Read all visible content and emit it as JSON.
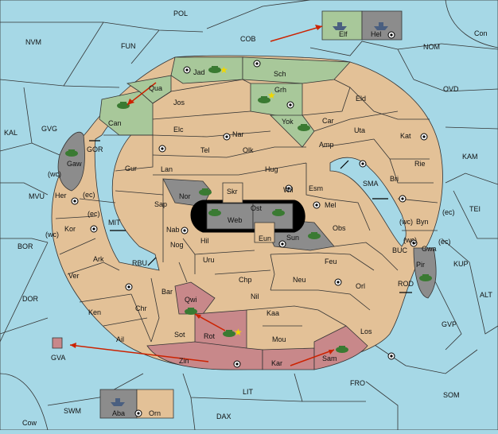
{
  "colors": {
    "sea": "#a6d8e6",
    "land": "#e3c197",
    "green_power": "#a8c89a",
    "gray_power": "#8c8c8c",
    "red_power": "#c8888a",
    "order_arrow": "#cc2200"
  },
  "sea_labels": [
    "POL",
    "NVM",
    "FUN",
    "COB",
    "NOM",
    "Con",
    "OVD",
    "KAL",
    "GVG",
    "KAM",
    "MVU",
    "TEI",
    "BOR",
    "DOR",
    "ALT",
    "KUP",
    "GVP",
    "FRO",
    "SOM",
    "LIT",
    "SWM",
    "DAX",
    "Cow",
    "MIT",
    "RBU",
    "SMA",
    "GOR",
    "BUC",
    "ROD"
  ],
  "land_labels": [
    "Jad",
    "Sch",
    "Qua",
    "Jos",
    "Can",
    "Grh",
    "Eld",
    "Elc",
    "Yok",
    "Car",
    "Uta",
    "Nar",
    "Tel",
    "Amp",
    "Kat",
    "Gur",
    "Olk",
    "Lan",
    "Hug",
    "Rie",
    "Gaw",
    "Bri",
    "Wil",
    "Esm",
    "Her",
    "Nor",
    "Skr",
    "Ost",
    "Mel",
    "Sap",
    "Web",
    "Byn",
    "Kor",
    "Nab",
    "Eun",
    "Sun",
    "Obs",
    "Hil",
    "Gwa",
    "Nog",
    "Ark",
    "Uru",
    "Feu",
    "Pir",
    "Ver",
    "Chp",
    "Neu",
    "Orl",
    "Bar",
    "Qwi",
    "Nil",
    "Chr",
    "Ken",
    "Kaa",
    "Rot",
    "Los",
    "Sot",
    "Ail",
    "Mou",
    "Zin",
    "Kar",
    "Sam",
    "GVA",
    "Elf",
    "Hel",
    "Aba",
    "Orn"
  ],
  "coast_labels": [
    "(wc)",
    "(ec)",
    "(ec)",
    "(wc)",
    "(wc)",
    "(ec)",
    "(wc)",
    "(ec)"
  ]
}
